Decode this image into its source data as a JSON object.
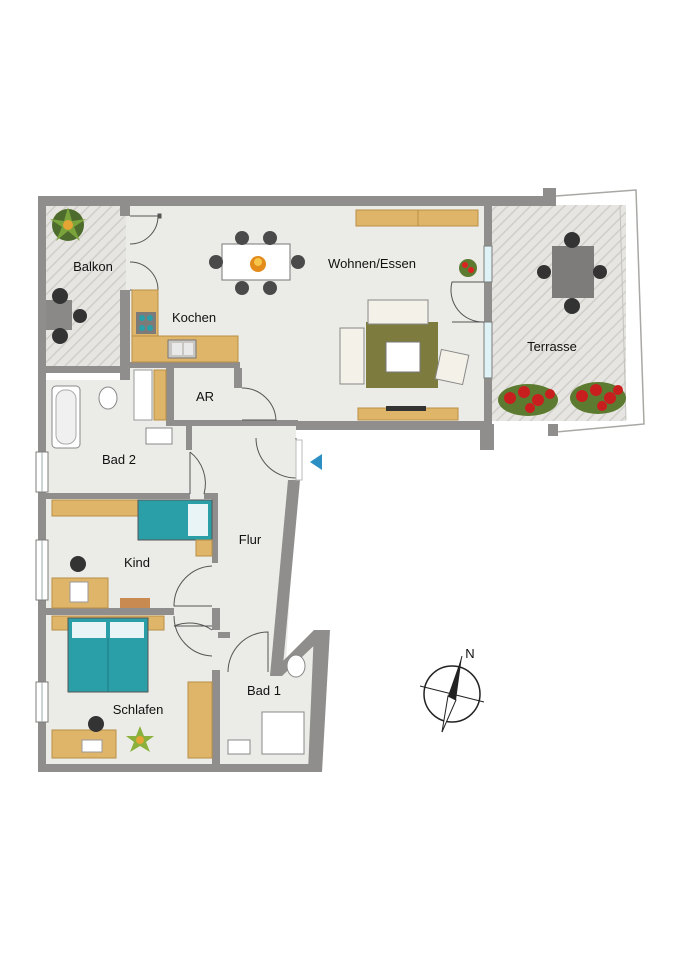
{
  "rooms": {
    "balkon": "Balkon",
    "wohnen": "Wohnen/Essen",
    "kochen": "Kochen",
    "terrasse": "Terrasse",
    "ar": "AR",
    "bad2": "Bad 2",
    "flur": "Flur",
    "kind": "Kind",
    "schlafen": "Schlafen",
    "bad1": "Bad 1"
  },
  "compass": {
    "label": "N"
  },
  "colors": {
    "wall": "#8f8e8c",
    "floor": "#ebebe7",
    "wood": "#dfb56a",
    "hatch": "#d3d1cd",
    "bed": "#2a9fa8",
    "sofa": "#f4f1e8",
    "rug": "#7d7b3e",
    "plants": "#c91e1e",
    "entry_arrow": "#2b8fc4"
  }
}
